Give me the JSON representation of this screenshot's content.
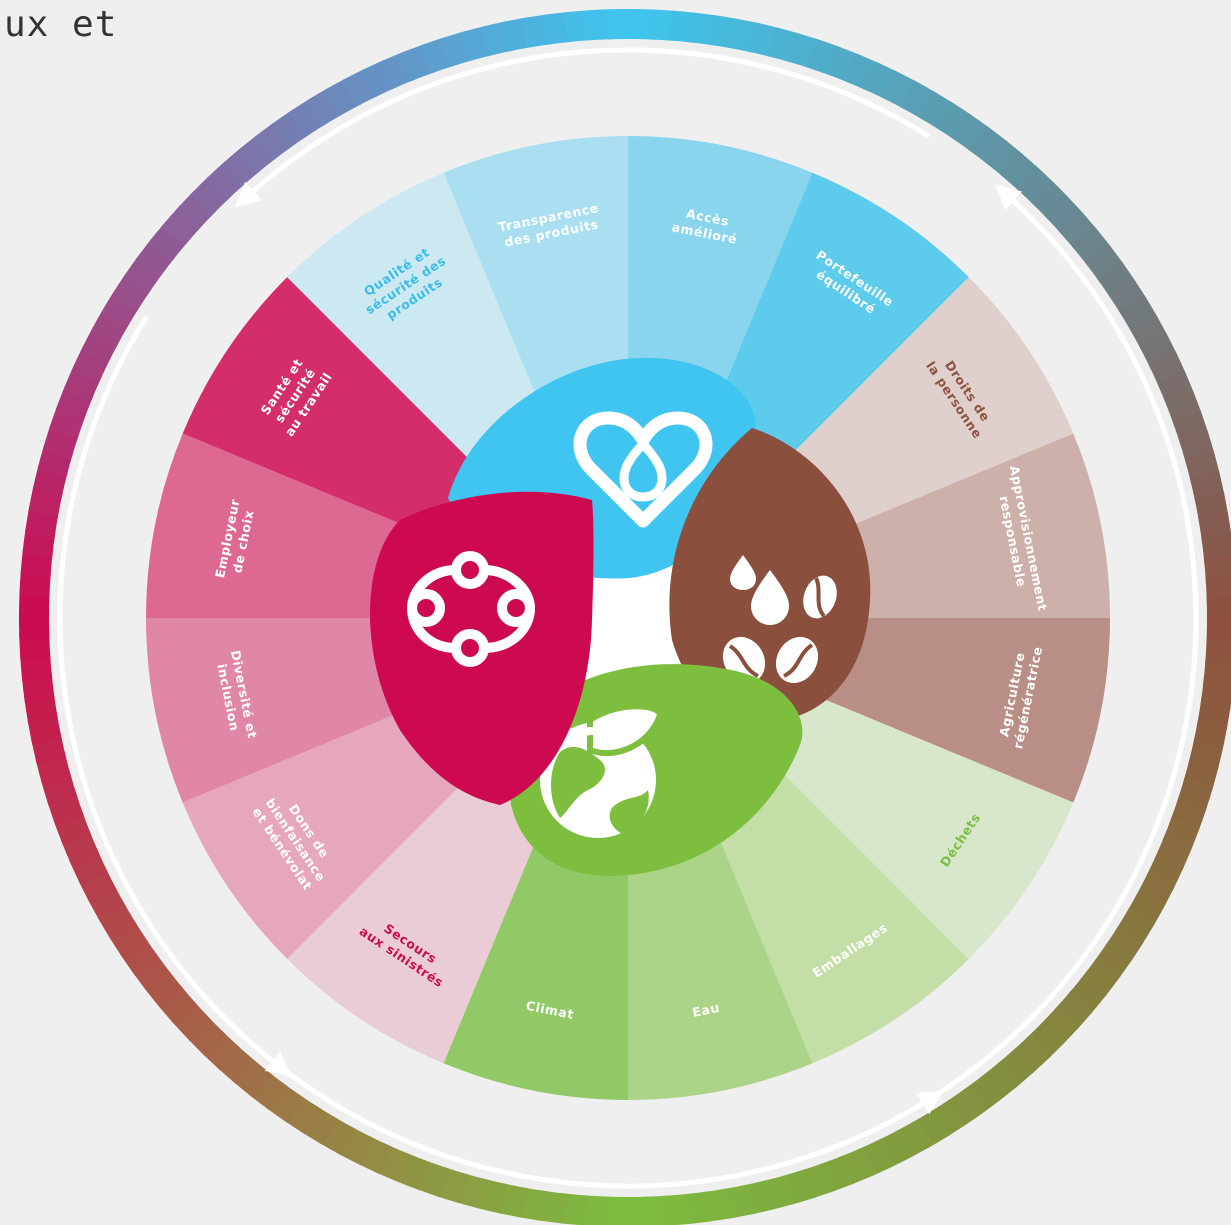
{
  "corner_text": "ux et",
  "segments": [
    {
      "label": [
        "Transparence",
        "des produits"
      ],
      "color": "#a9dff1",
      "text_color": "#ffffff"
    },
    {
      "label": [
        "Accès",
        "amélioré"
      ],
      "color": "#8ad5ee",
      "text_color": "#ffffff"
    },
    {
      "label": [
        "Portefeuille",
        "équilibré"
      ],
      "color": "#5ccbec",
      "text_color": "#ffffff"
    },
    {
      "label": [
        "Droits de",
        "la personne"
      ],
      "color": "#dfd0cd",
      "text_color": "#8d5240"
    },
    {
      "label": [
        "Approvisionnement",
        "responsable"
      ],
      "color": "#cdb0aa",
      "text_color": "#ffffff"
    },
    {
      "label": [
        "Agriculture",
        "régénératrice"
      ],
      "color": "#b88e86",
      "text_color": "#ffffff"
    },
    {
      "label": [
        "Déchets"
      ],
      "color": "#d8e6cc",
      "text_color": "#7cbf40"
    },
    {
      "label": [
        "Emballages"
      ],
      "color": "#c4dea8",
      "text_color": "#ffffff"
    },
    {
      "label": [
        "Eau"
      ],
      "color": "#abd489",
      "text_color": "#ffffff"
    },
    {
      "label": [
        "Climat"
      ],
      "color": "#92c967",
      "text_color": "#ffffff"
    },
    {
      "label": [
        "Secours",
        "aux sinistrés"
      ],
      "color": "#eaccd7",
      "text_color": "#cc0a50"
    },
    {
      "label": [
        "Dons de",
        "bienfaisance",
        "et bénévolat"
      ],
      "color": "#e6a6bc",
      "text_color": "#ffffff"
    },
    {
      "label": [
        "Diversité et",
        "inclusion"
      ],
      "color": "#e086a6",
      "text_color": "#ffffff"
    },
    {
      "label": [
        "Employeur",
        "de choix"
      ],
      "color": "#dd6892",
      "text_color": "#ffffff"
    },
    {
      "label": [
        "Santé et",
        "sécurité",
        "au travail"
      ],
      "color": "#d42e6a",
      "text_color": "#ffffff"
    },
    {
      "label": [
        "Qualité et",
        "sécurité des",
        "produits"
      ],
      "color": "#cce8f1",
      "text_color": "#3bbde9"
    }
  ],
  "pillars": {
    "health": {
      "color": "#3fc5ef",
      "icon": "heart-drop-icon"
    },
    "sourcing": {
      "color": "#8b4f3d",
      "icon": "coffee-beans-drops-icon"
    },
    "planet": {
      "color": "#7dbe3e",
      "icon": "leaf-globe-icon"
    },
    "people": {
      "color": "#cd0a50",
      "icon": "people-circle-icon"
    }
  },
  "ring_colors": [
    "#3ec6ef",
    "#8e503f",
    "#7cbe3f",
    "#cd0a50"
  ]
}
